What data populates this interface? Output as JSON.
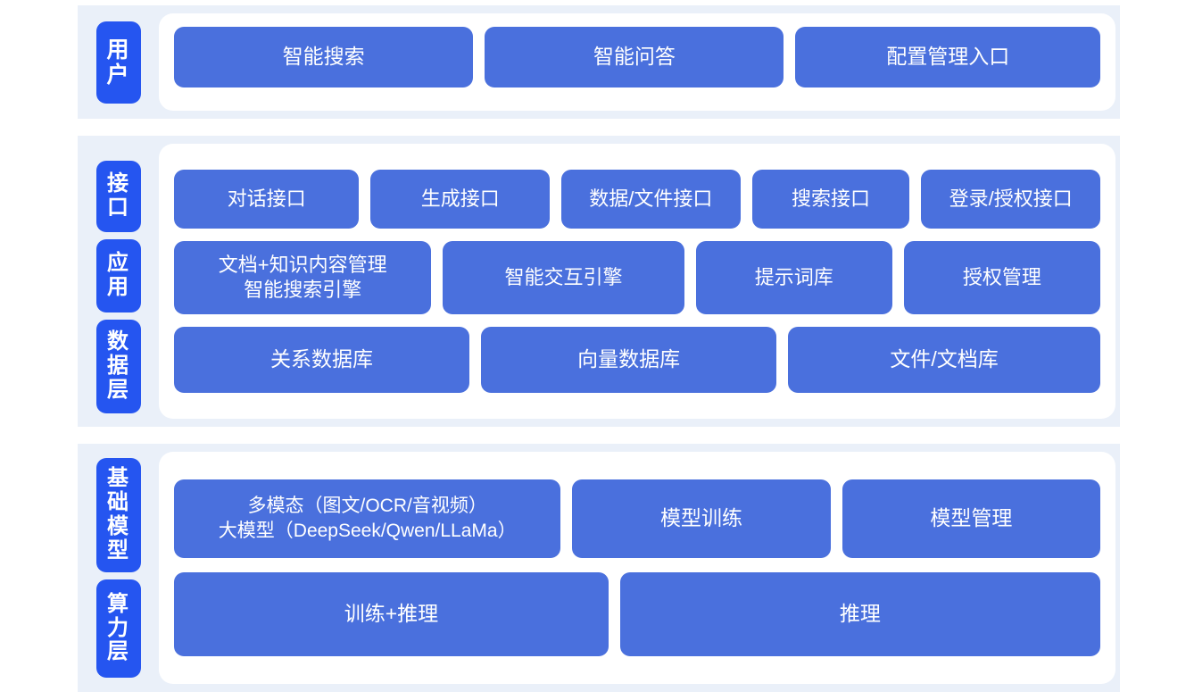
{
  "colors": {
    "band_background": "#eaf0f9",
    "panel_background": "#ffffff",
    "layer_label": "#2555f0",
    "cell": "#4a70dd",
    "cell_text": "#ffffff",
    "page_background": "#ffffff"
  },
  "sections": [
    {
      "id": "user",
      "labels": [
        "用户"
      ],
      "rows": [
        {
          "id": "user-entries",
          "cells": [
            "智能搜索",
            "智能问答",
            "配置管理入口"
          ]
        }
      ]
    },
    {
      "id": "middle",
      "labels": [
        "接口",
        "应用",
        "数据层"
      ],
      "rows": [
        {
          "id": "interface",
          "cells": [
            "对话接口",
            "生成接口",
            "数据/文件接口",
            "搜索接口",
            "登录/授权接口"
          ]
        },
        {
          "id": "application",
          "cells": [
            "文档+知识内容管理\n智能搜索引擎",
            "智能交互引擎",
            "提示词库",
            "授权管理"
          ]
        },
        {
          "id": "data",
          "cells": [
            "关系数据库",
            "向量数据库",
            "文件/文档库"
          ]
        }
      ]
    },
    {
      "id": "base",
      "labels": [
        "基础模型",
        "算力层"
      ],
      "rows": [
        {
          "id": "models",
          "cells": [
            "多模态（图文/OCR/音视频）\n大模型（DeepSeek/Qwen/LLaMa）",
            "模型训练",
            "模型管理"
          ]
        },
        {
          "id": "compute",
          "cells": [
            "训练+推理",
            "推理"
          ]
        }
      ]
    }
  ]
}
